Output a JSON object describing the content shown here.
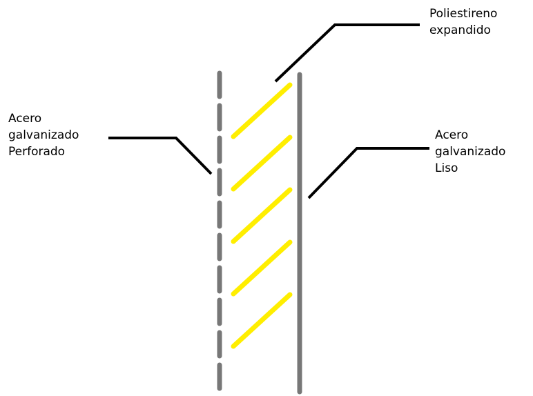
{
  "labels": {
    "poliestireno": [
      "Poliestireno",
      "expandido"
    ],
    "perforado": [
      "Acero",
      "galvanizado",
      "Perforado"
    ],
    "liso": [
      "Acero",
      "galvanizado",
      "Liso"
    ]
  },
  "colors": {
    "steel": "#777777",
    "foam": "#ffee00",
    "leader": "#000000",
    "text": "#000000",
    "background": "#ffffff"
  },
  "foam_stripe_count": 5,
  "perforated_segment_count": 10
}
